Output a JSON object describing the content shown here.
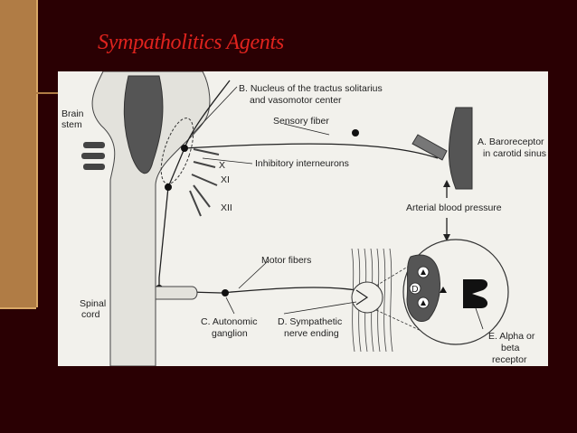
{
  "slide": {
    "title": "Sympatholitics Agents",
    "colors": {
      "background": "#2a0003",
      "title": "#e0231e",
      "accent_bar": "#b07c45"
    }
  },
  "figure": {
    "labels": {
      "brain_stem_1": "Brain",
      "brain_stem_2": "stem",
      "spinal_cord_1": "Spinal",
      "spinal_cord_2": "cord",
      "nucleus_1": "B. Nucleus of the tractus solitarius",
      "nucleus_2": "and vasomotor center",
      "sensory_fiber": "Sensory fiber",
      "inhibitory": "Inhibitory interneurons",
      "cranial_x": "X",
      "cranial_xi": "XI",
      "cranial_xii": "XII",
      "baroreceptor_1": "A. Baroreceptor",
      "baroreceptor_2": "in carotid sinus",
      "arterial_bp": "Arterial blood pressure",
      "motor_fibers": "Motor fibers",
      "ganglion_1": "C. Autonomic",
      "ganglion_2": "ganglion",
      "nerve_ending_1": "D. Sympathetic",
      "nerve_ending_2": "nerve ending",
      "receptor_1": "E. Alpha or",
      "receptor_2": "beta",
      "receptor_3": "receptor",
      "vesicle_d": "D"
    }
  }
}
